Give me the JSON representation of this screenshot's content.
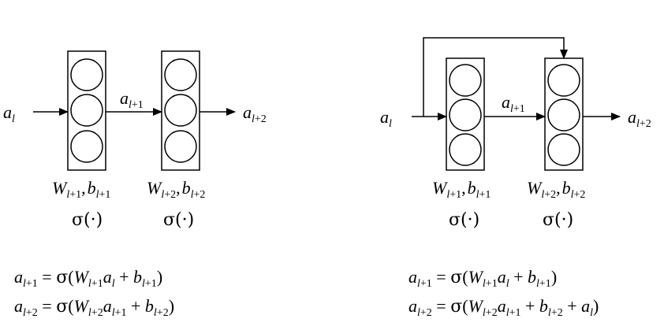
{
  "left": {
    "input_label": "a_l",
    "mid_label": "a_{l+1}",
    "output_label": "a_{l+2}",
    "layer1": {
      "params": "W_{l+1}, b_{l+1}",
      "activation": "σ(·)"
    },
    "layer2": {
      "params": "W_{l+2}, b_{l+2}",
      "activation": "σ(·)"
    },
    "eq1": "a_{l+1} = σ(W_{l+1} a_l + b_{l+1})",
    "eq2": "a_{l+2} = σ(W_{l+2} a_{l+1} + b_{l+2})"
  },
  "right": {
    "input_label": "a_l",
    "mid_label": "a_{l+1}",
    "output_label": "a_{l+2}",
    "layer1": {
      "params": "W_{l+1}, b_{l+1}",
      "activation": "σ(·)"
    },
    "layer2": {
      "params": "W_{l+2}, b_{l+2}",
      "activation": "σ(·)"
    },
    "eq1": "a_{l+1} = σ(W_{l+1} a_l + b_{l+1})",
    "eq2": "a_{l+2} = σ(W_{l+2} a_{l+1} + b_{l+2} + a_l)"
  }
}
